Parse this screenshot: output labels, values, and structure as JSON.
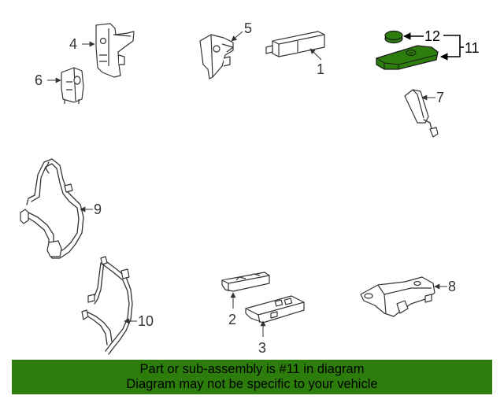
{
  "diagram": {
    "part_labels": {
      "p1": "1",
      "p2": "2",
      "p3": "3",
      "p4": "4",
      "p5": "5",
      "p6": "6",
      "p7": "7",
      "p8": "8",
      "p9": "9",
      "p10": "10",
      "p11": "11",
      "p12": "12"
    },
    "highlight_color": "#2c7d0c",
    "line_color": "#333333"
  },
  "banner": {
    "line1": "Part or sub-assembly is #11 in diagram",
    "line2": "Diagram may not be specific to your vehicle",
    "background_color": "#2c7d0c"
  }
}
